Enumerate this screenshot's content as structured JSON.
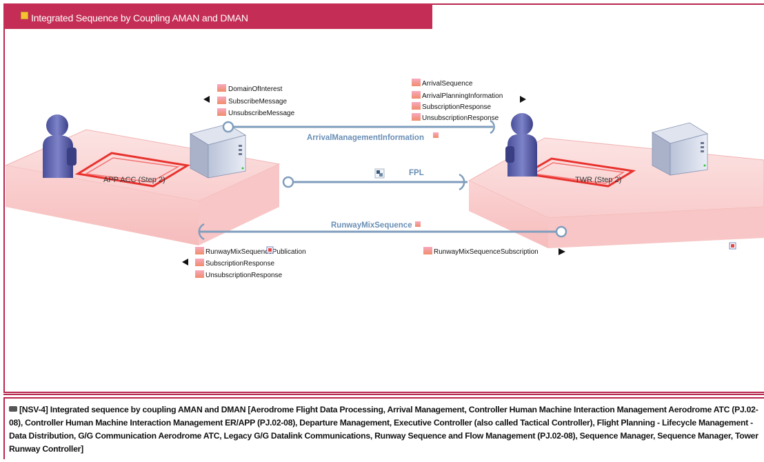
{
  "diagram": {
    "title": "Integrated Sequence by Coupling AMAN and DMAN",
    "nodes": {
      "left": "APP ACC (Step 2)",
      "right": "TWR (Step 2)"
    },
    "flows": {
      "arrival": "ArrivalManagementInformation",
      "fpl": "FPL",
      "runway": "RunwayMixSequence"
    },
    "message_groups": {
      "top_left": [
        "DomainOfInterest",
        "SubscribeMessage",
        "UnsubscribeMessage"
      ],
      "top_right": [
        "ArrivalSequence",
        "ArrivalPlanningInformation",
        "SubscriptionResponse",
        "UnsubscriptionResponse"
      ],
      "bottom_left": [
        "RunwayMixSequencePublication",
        "SubscriptionResponse",
        "UnsubscriptionResponse"
      ],
      "bottom_right": [
        "RunwayMixSequenceSubscription"
      ]
    },
    "colors": {
      "frame": "#b8264d",
      "title_tab": "#c42d55",
      "node_fill": "#fdd6d6",
      "line": "#7f9dbd",
      "message_icon": "#f08c6a"
    }
  },
  "legend": {
    "text": "[NSV-4] Integrated sequence by coupling AMAN and DMAN  [Aerodrome Flight Data Processing, Arrival Management, Controller Human Machine Interaction Management Aerodrome ATC (PJ.02-08), Controller Human Machine Interaction Management ER/APP (PJ.02-08), Departure Management, Executive Controller (also called Tactical Controller), Flight Planning - Lifecycle Management - Data Distribution, G/G Communication Aerodrome ATC, Legacy G/G Datalink Communications, Runway Sequence and Flow Management  (PJ.02-08), Sequence Manager, Sequence Manager, Tower Runway Controller]"
  }
}
